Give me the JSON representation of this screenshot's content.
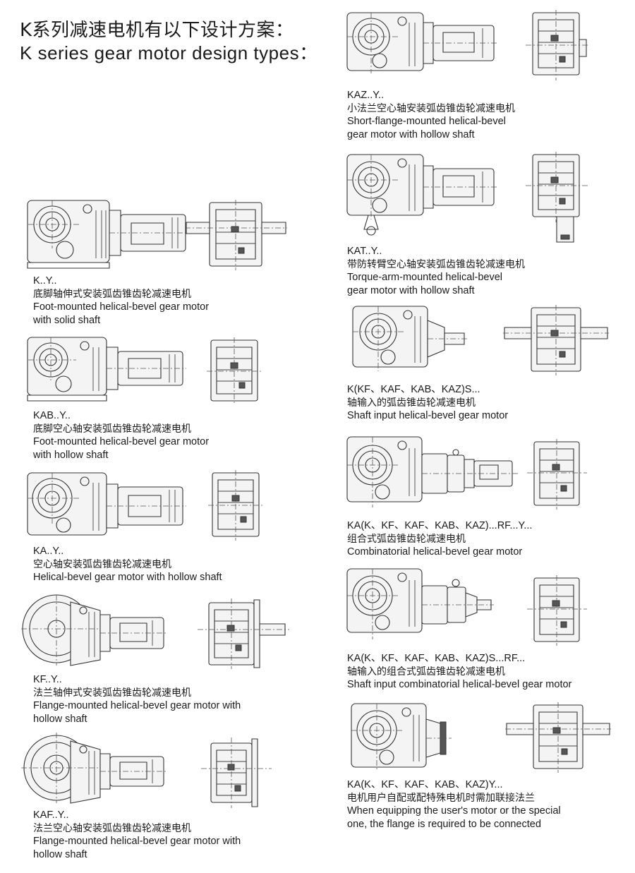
{
  "header": {
    "title_zh": "K系列减速电机有以下设计方案：",
    "title_en": "K series gear motor design types："
  },
  "designs": [
    {
      "code": "K..Y..",
      "zh": "底脚轴伸式安装弧齿锥齿轮减速电机",
      "en": [
        "Foot-mounted helical-bevel gear motor",
        "with solid shaft"
      ]
    },
    {
      "code": "KAB..Y..",
      "zh": "底脚空心轴安装弧齿锥齿轮减速电机",
      "en": [
        "Foot-mounted helical-bevel gear motor",
        "with hollow shaft"
      ]
    },
    {
      "code": "KA..Y..",
      "zh": "空心轴安装弧齿锥齿轮减速电机",
      "en": [
        "Helical-bevel gear motor with hollow shaft"
      ]
    },
    {
      "code": "KF..Y..",
      "zh": "法兰轴伸式安装弧齿锥齿轮减速电机",
      "en": [
        "Flange-mounted helical-bevel gear motor with",
        "hollow shaft"
      ]
    },
    {
      "code": "KAF..Y..",
      "zh": "法兰空心轴安装弧齿锥齿轮减速电机",
      "en": [
        "Flange-mounted helical-bevel gear motor with",
        "hollow shaft"
      ]
    },
    {
      "code": "KAZ..Y..",
      "zh": "小法兰空心轴安装弧齿锥齿轮减速电机",
      "en": [
        "Short-flange-mounted helical-bevel",
        "gear motor with hollow shaft"
      ]
    },
    {
      "code": "KAT..Y..",
      "zh": "带防转臂空心轴安装弧齿锥齿轮减速电机",
      "en": [
        "Torque-arm-mounted helical-bevel",
        "gear motor with hollow shaft"
      ]
    },
    {
      "code": "K(KF、KAF、KAB、KAZ)S...",
      "zh": "轴输入的弧齿锥齿轮减速电机",
      "en": [
        "Shaft input helical-bevel gear motor"
      ]
    },
    {
      "code": "KA(K、KF、KAF、KAB、KAZ)...RF...Y...",
      "zh": "组合式弧齿锥齿轮减速电机",
      "en": [
        "Combinatorial helical-bevel gear motor"
      ]
    },
    {
      "code": "KA(K、KF、KAF、KAB、KAZ)S...RF...",
      "zh": "轴输入的组合式弧齿锥齿轮减速电机",
      "en": [
        "Shaft input combinatorial helical-bevel gear motor"
      ]
    },
    {
      "code": "KA(K、KF、KAF、KAB、KAZ)Y...",
      "zh": "电机用户自配或配特殊电机时需加联接法兰",
      "en": [
        "When equipping the user's motor or the special",
        "one, the flange is required to be connected"
      ]
    }
  ]
}
